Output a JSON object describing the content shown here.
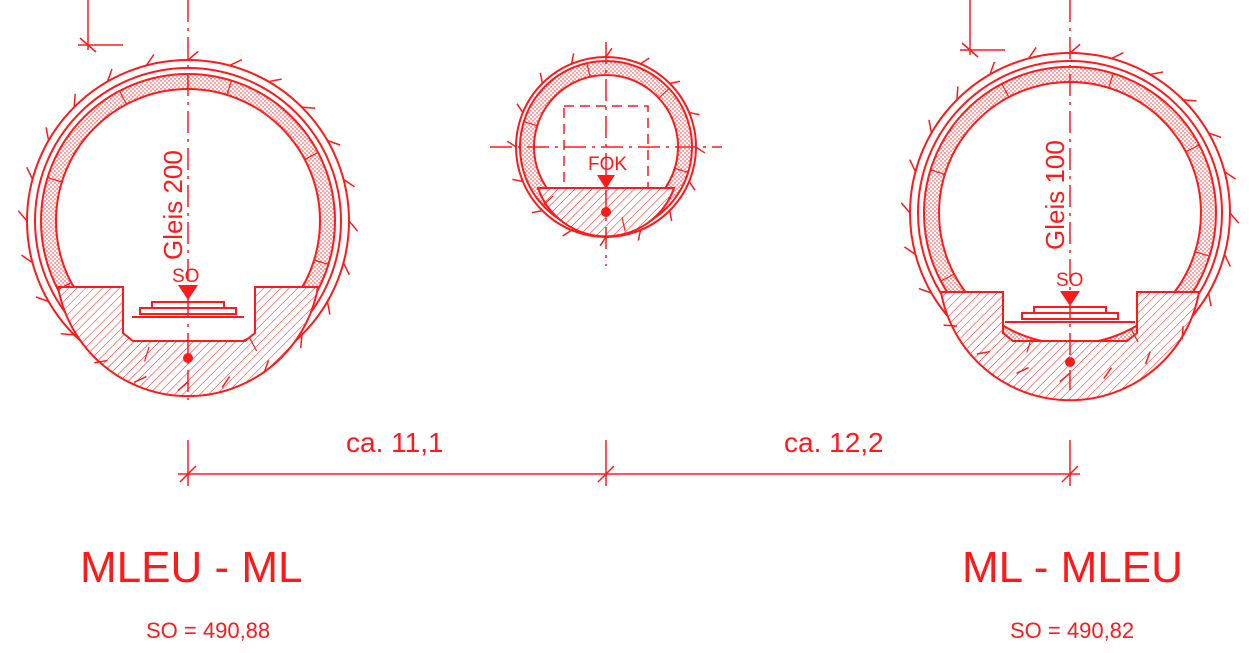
{
  "colors": {
    "ink": "#ff1a1a",
    "background": "#ffffff"
  },
  "left_tunnel": {
    "track_label": "Gleis 200",
    "marker_label": "SO",
    "title": "MLEU - ML",
    "elevation": "SO = 490,88"
  },
  "center_tunnel": {
    "marker_label": "FOK"
  },
  "right_tunnel": {
    "track_label": "Gleis 100",
    "marker_label": "SO",
    "title": "ML - MLEU",
    "elevation": "SO = 490,82"
  },
  "dimensions": {
    "left_span": "ca. 11,1",
    "right_span": "ca. 12,2"
  }
}
